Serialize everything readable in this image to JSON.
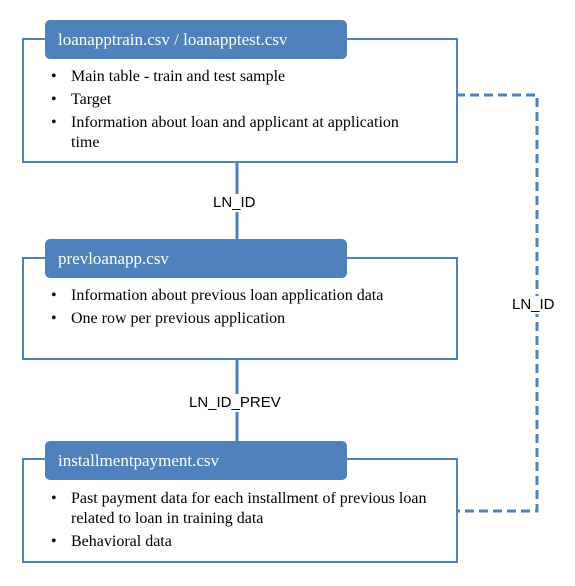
{
  "colors": {
    "accent": "#4f81bd",
    "header_text": "#ffffff"
  },
  "tables": [
    {
      "title": "loanapptrain.csv / loanapptest.csv",
      "bullets": [
        "Main table - train and test sample",
        "Target",
        "Information about loan and applicant at application time"
      ]
    },
    {
      "title": "prevloanapp.csv",
      "bullets": [
        "Information about previous loan application data",
        "One row per previous application"
      ]
    },
    {
      "title": "installmentpayment.csv",
      "bullets": [
        "Past payment data for each installment of previous loan related to loan in training data",
        "Behavioral data"
      ]
    }
  ],
  "links": [
    {
      "label": "LN_ID"
    },
    {
      "label": "LN_ID_PREV"
    },
    {
      "label": "LN_ID"
    }
  ]
}
